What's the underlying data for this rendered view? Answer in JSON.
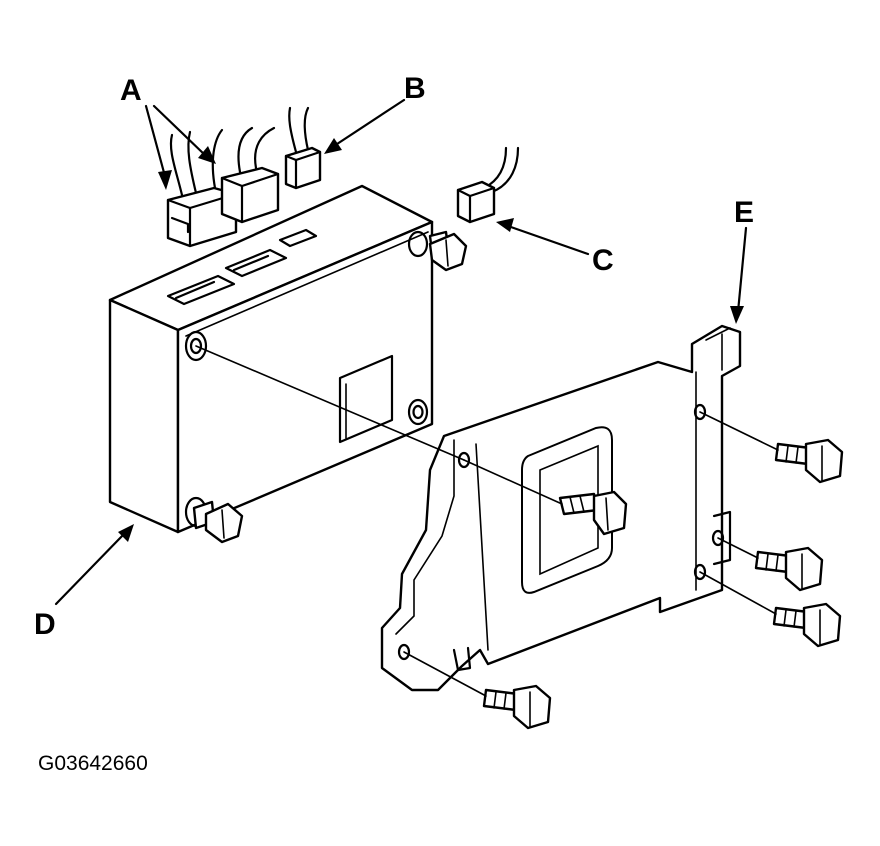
{
  "callouts": {
    "a": "A",
    "b": "B",
    "c": "C",
    "d": "D",
    "e": "E"
  },
  "figure_id": "G03642660",
  "colors": {
    "ink": "#000000",
    "paper": "#ffffff"
  }
}
